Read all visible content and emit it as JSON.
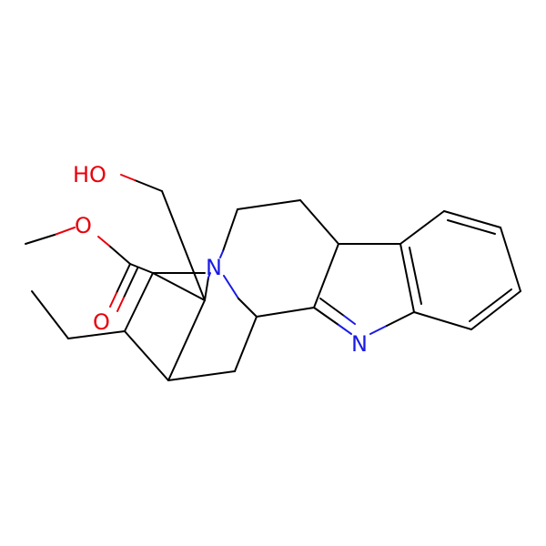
{
  "molecule": {
    "atoms": {
      "hydroxyl": {
        "text": "HO",
        "color": "#e8000b"
      },
      "ester_oxygen": {
        "text": "O",
        "color": "#e8000b"
      },
      "carbonyl_oxygen": {
        "text": "O",
        "color": "#e8000b"
      },
      "amine_nitrogen": {
        "text": "N",
        "color": "#1a1ae6"
      },
      "imine_nitrogen": {
        "text": "N",
        "color": "#1a1ae6"
      }
    }
  }
}
